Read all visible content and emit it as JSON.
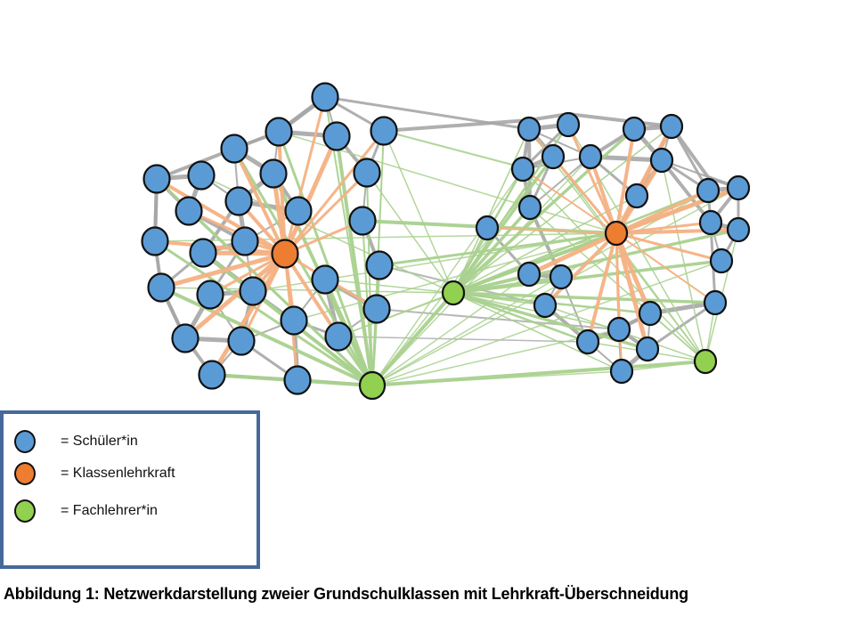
{
  "legend": {
    "items": [
      {
        "label": "= Schüler*in",
        "color": "#5b9bd5"
      },
      {
        "label": "= Klassenlehrkraft",
        "color": "#ed7d31"
      },
      {
        "label": "= Fachlehrer*in",
        "color": "#92d050"
      }
    ]
  },
  "caption": "Abbildung 1: Netzwerkdarstellung zweier Grundschulklassen mit Lehrkraft-Überschneidung",
  "colors": {
    "student": "#5b9bd5",
    "class_teacher": "#ed7d31",
    "subject_teacher": "#92d050",
    "student_edge": "#a6a6a6",
    "class_teacher_edge": "#f4b183",
    "subject_teacher_edge": "#a9d18e",
    "legend_border": "#46699a"
  }
}
